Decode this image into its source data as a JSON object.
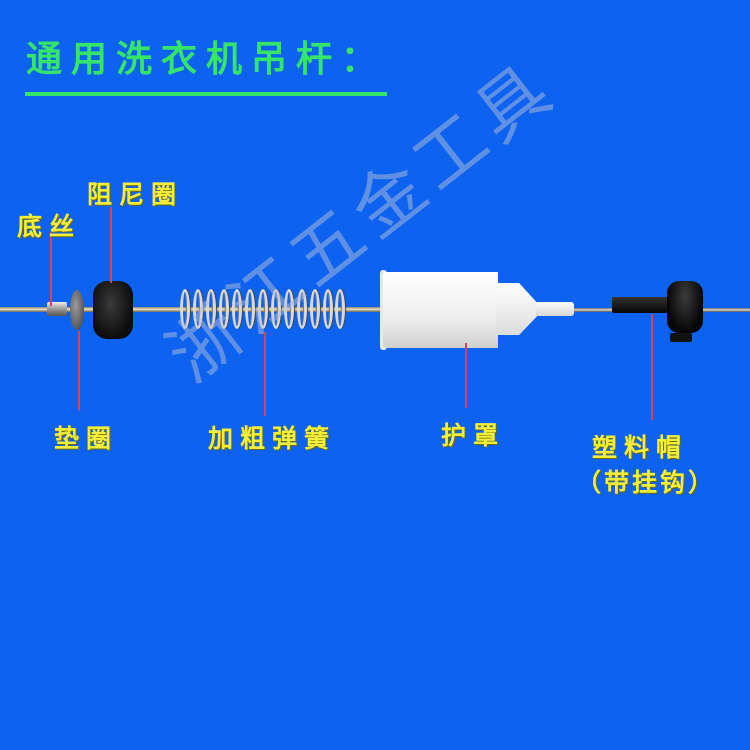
{
  "title": "通用洗衣机吊杆：",
  "colors": {
    "background": "#0d63f0",
    "title": "#36e46a",
    "label": "#f2ee3a",
    "leader_line": "#d8415a"
  },
  "labels": {
    "base_thread": "底丝",
    "damping_ring": "阻尼圈",
    "washer": "垫圈",
    "thick_spring": "加粗弹簧",
    "protective_cover": "护罩",
    "plastic_cap_line1": "塑料帽",
    "plastic_cap_line2": "（带挂钩）"
  },
  "watermark": "浙江五金工具"
}
